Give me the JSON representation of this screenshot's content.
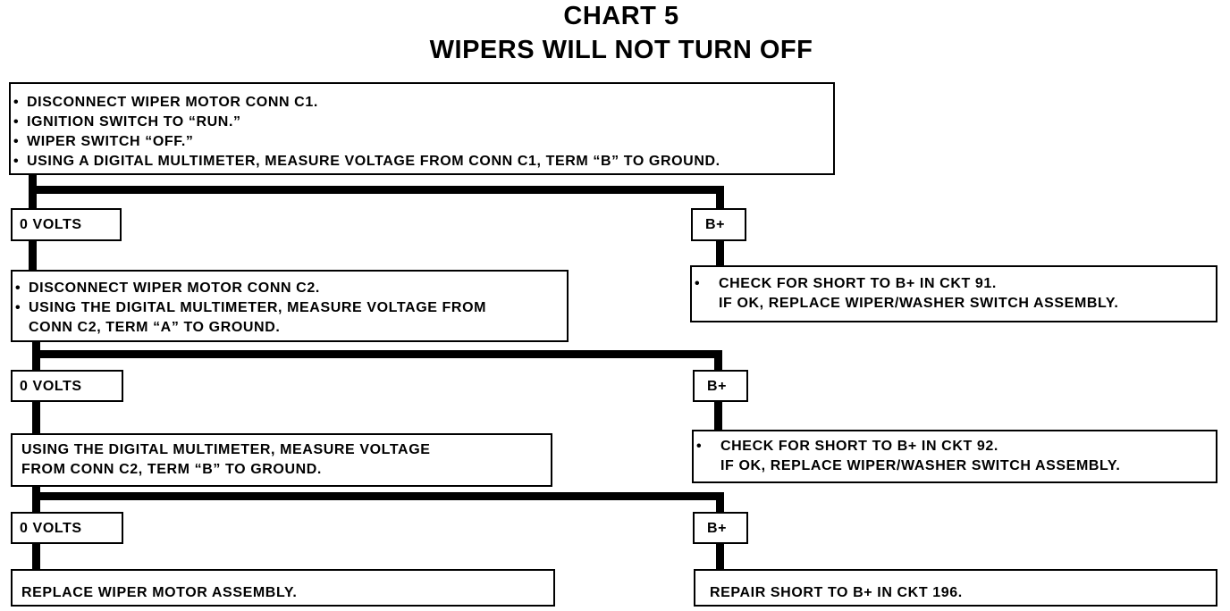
{
  "title": "CHART 5",
  "subtitle": "WIPERS WILL NOT TURN OFF",
  "step1": {
    "items": [
      "DISCONNECT WIPER MOTOR CONN C1.",
      "IGNITION SWITCH TO “RUN.”",
      "WIPER SWITCH “OFF.”",
      "USING A DIGITAL MULTIMETER, MEASURE VOLTAGE FROM CONN C1, TERM “B” TO GROUND."
    ]
  },
  "branch1": {
    "left": "0 VOLTS",
    "right": "B+"
  },
  "step2": {
    "items": [
      "DISCONNECT WIPER MOTOR CONN C2.",
      "USING THE DIGITAL MULTIMETER, MEASURE VOLTAGE FROM",
      "CONN C2, TERM “A” TO GROUND."
    ]
  },
  "action1": {
    "items": [
      "CHECK FOR SHORT TO B+ IN CKT 91.",
      "IF OK, REPLACE WIPER/WASHER SWITCH ASSEMBLY."
    ]
  },
  "branch2": {
    "left": "0 VOLTS",
    "right": "B+"
  },
  "step3": {
    "items": [
      "USING THE DIGITAL MULTIMETER, MEASURE VOLTAGE",
      "FROM CONN C2, TERM “B” TO GROUND."
    ]
  },
  "action2": {
    "items": [
      "CHECK FOR SHORT TO B+ IN CKT 92.",
      "IF OK, REPLACE WIPER/WASHER SWITCH ASSEMBLY."
    ]
  },
  "branch3": {
    "left": "0 VOLTS",
    "right": "B+"
  },
  "result_left": "REPLACE WIPER MOTOR ASSEMBLY.",
  "result_right": "REPAIR SHORT TO B+ IN CKT 196."
}
